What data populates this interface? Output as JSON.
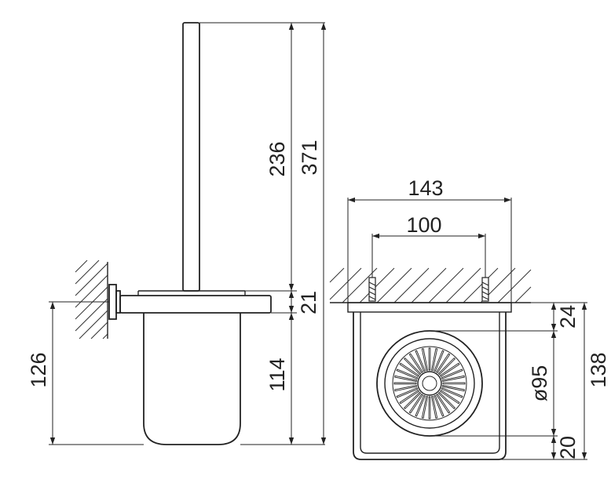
{
  "side_view": {
    "dims": {
      "brush_above_holder": "236",
      "total_height": "371",
      "holder_thickness": "21",
      "cup_height": "114",
      "mount_height": "126"
    }
  },
  "top_view": {
    "dims": {
      "total_width": "143",
      "screw_spacing": "100",
      "wall_to_cup": "24",
      "cup_diameter": "ø95",
      "total_depth": "138",
      "front_offset": "20"
    }
  },
  "colors": {
    "line": "#222222",
    "background": "#ffffff"
  }
}
